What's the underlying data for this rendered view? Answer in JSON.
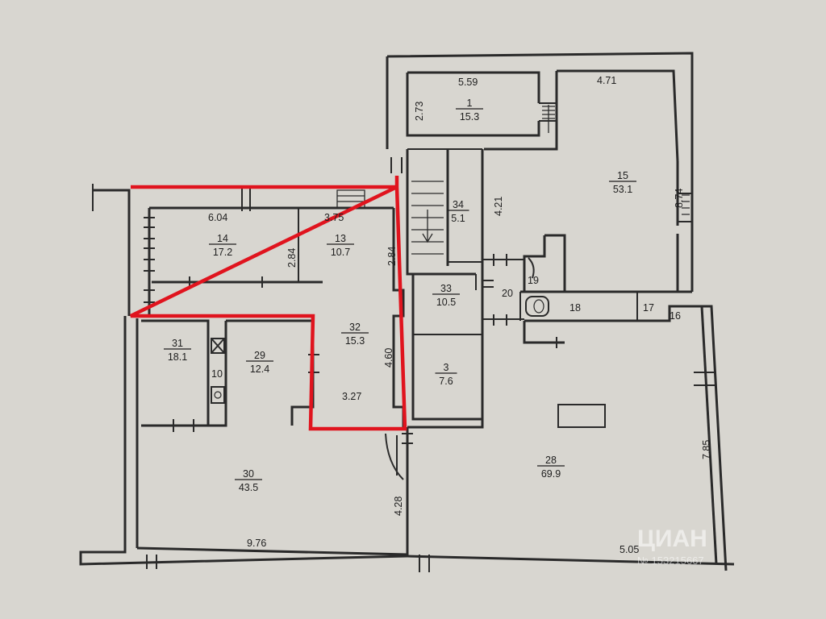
{
  "rooms": [
    {
      "no": "1",
      "area": "15.3"
    },
    {
      "no": "15",
      "area": "53.1"
    },
    {
      "no": "34",
      "area": "5.1"
    },
    {
      "no": "14",
      "area": "17.2"
    },
    {
      "no": "13",
      "area": "10.7"
    },
    {
      "no": "33",
      "area": "10.5"
    },
    {
      "no": "32",
      "area": "15.3"
    },
    {
      "no": "31",
      "area": "18.1"
    },
    {
      "no": "29",
      "area": "12.4"
    },
    {
      "no": "3",
      "area": "7.6"
    },
    {
      "no": "30",
      "area": "43.5"
    },
    {
      "no": "28",
      "area": "69.9"
    }
  ],
  "small_rooms": {
    "r19": "19",
    "r20": "20",
    "r18": "18",
    "r17": "17",
    "r16": "16",
    "r10": "10"
  },
  "dimensions": {
    "d559": "5.59",
    "d471": "4.71",
    "d273": "2.73",
    "d874": "8.74",
    "d421": "4.21",
    "d604": "6.04",
    "d375": "3.75",
    "d284a": "2.84",
    "d284b": "2.84",
    "d460": "4.60",
    "d327": "3.27",
    "d428": "4.28",
    "d976": "9.76",
    "d505": "5.05",
    "d785": "7.85"
  },
  "watermark": {
    "brand": "ЦИАН",
    "id": "№ 153215667"
  },
  "colors": {
    "paper": "#d8d6d0",
    "ink": "#2a2a2a",
    "highlight": "#e0141e"
  }
}
